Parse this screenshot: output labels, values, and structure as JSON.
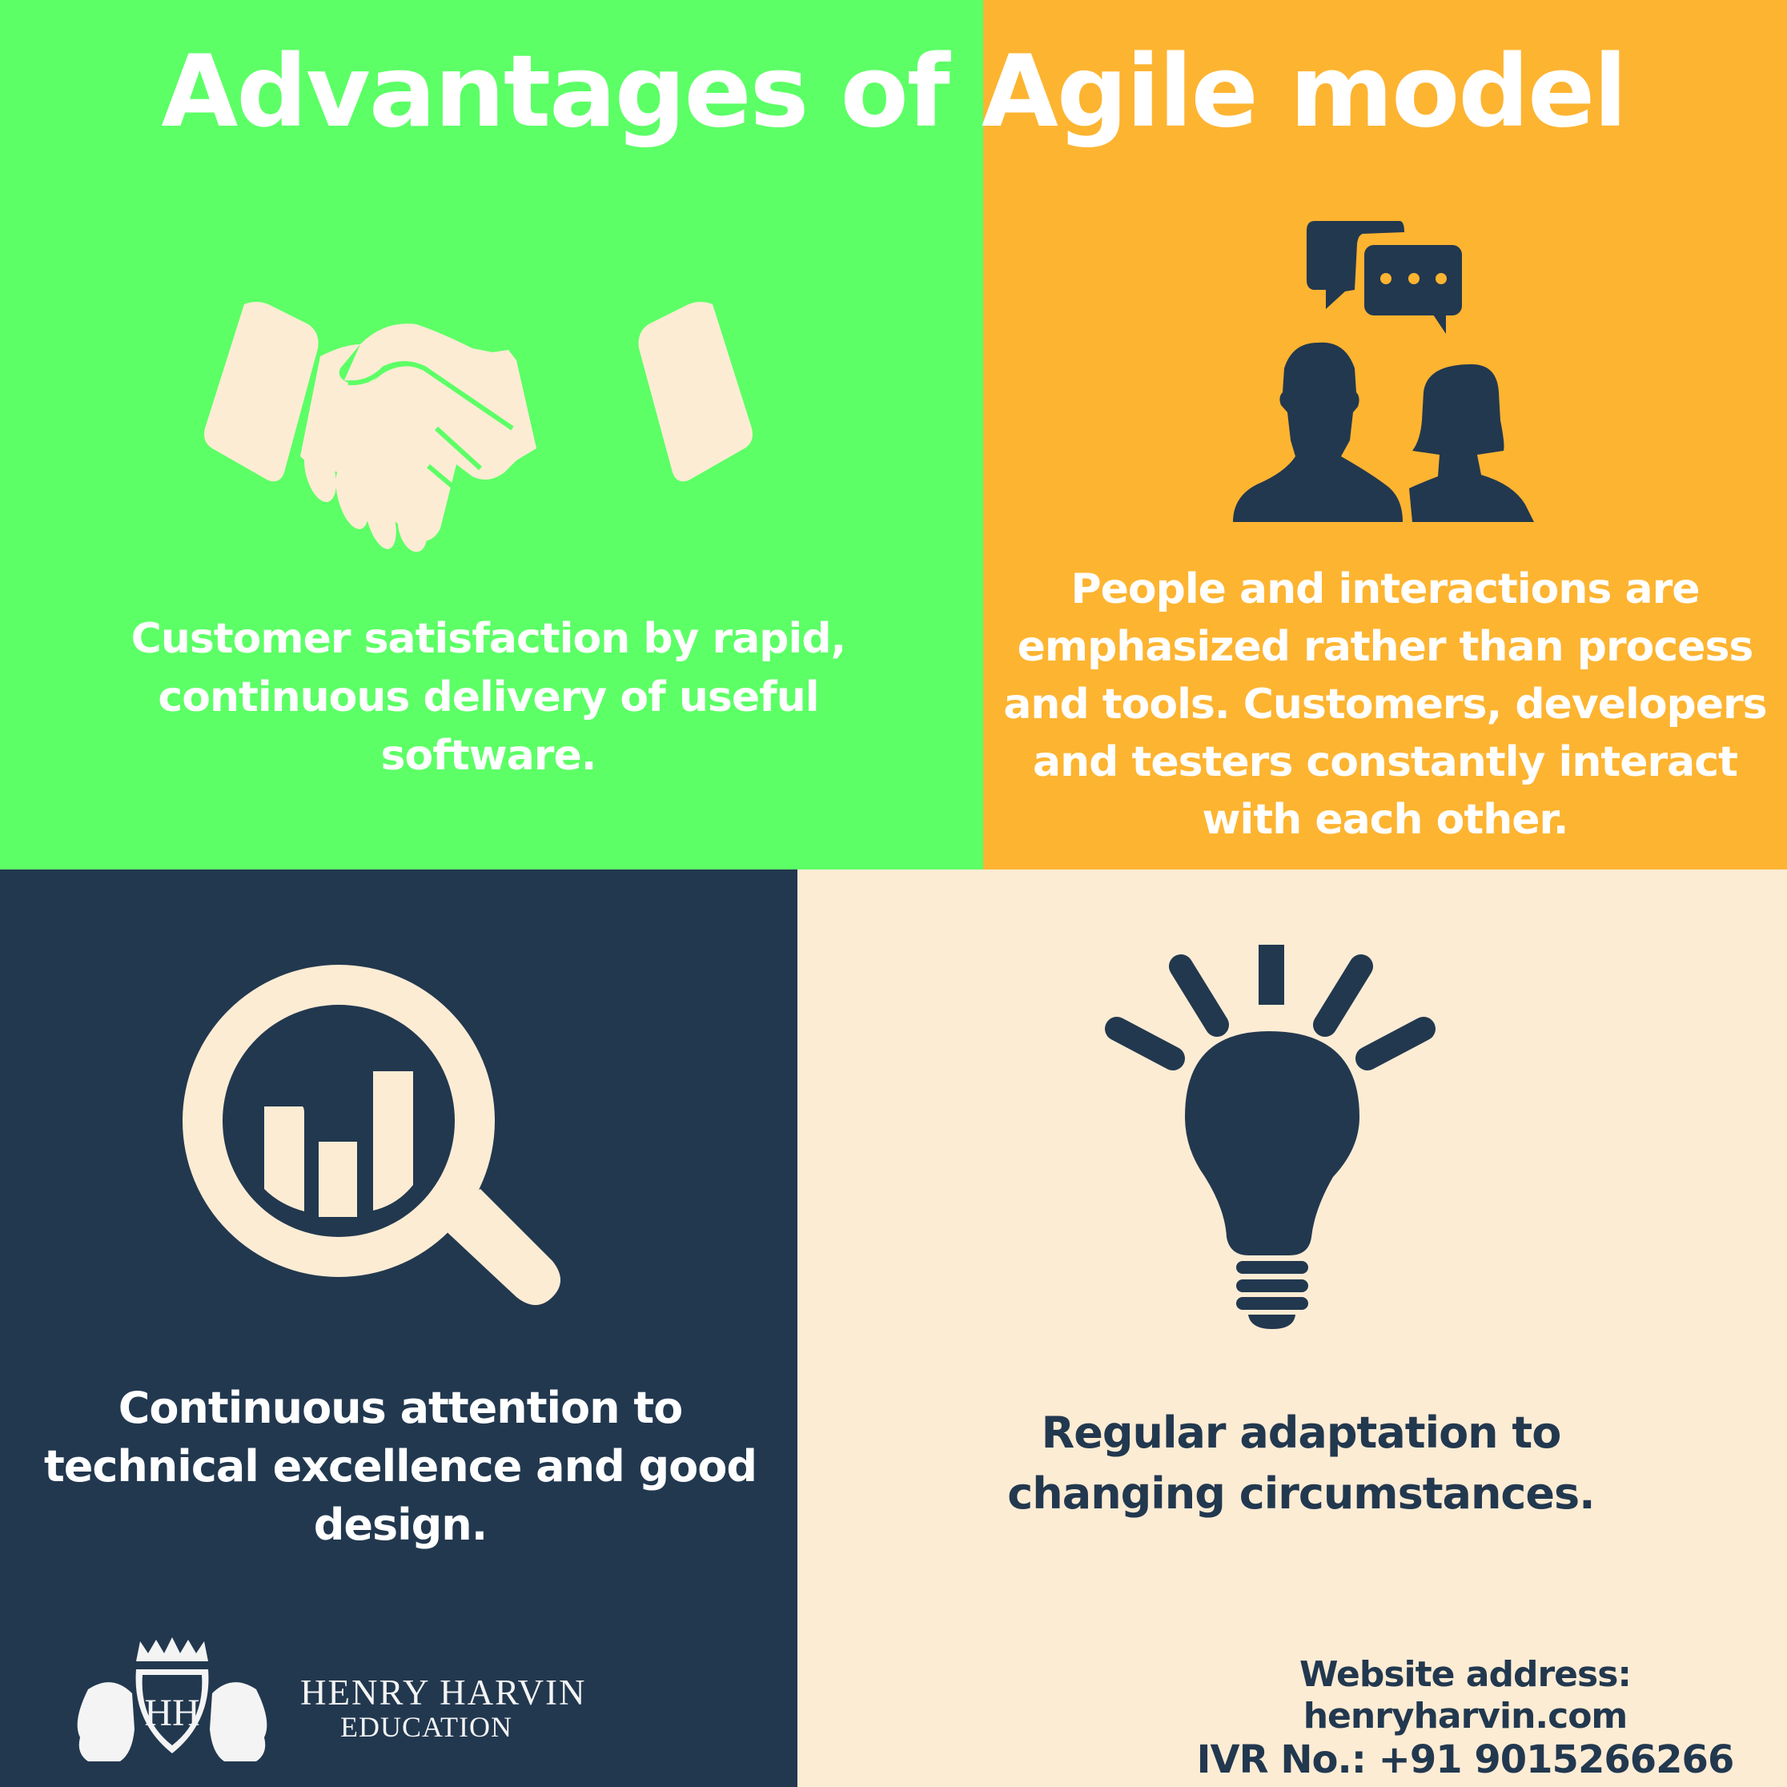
{
  "title": "Advantages of Agile model",
  "colors": {
    "green": "#5cff66",
    "orange": "#fdb431",
    "navy": "#22384f",
    "cream": "#fdecd4",
    "white": "#ffffff"
  },
  "quadrants": [
    {
      "icon": "handshake-icon",
      "text": "Customer satisfaction by rapid, continuous delivery of useful software."
    },
    {
      "icon": "people-chat-icon",
      "text": "People and interactions are emphasized rather than process and tools. Customers, developers and testers constantly interact with each other."
    },
    {
      "icon": "magnifier-chart-icon",
      "text": "Continuous attention to technical excellence and good design."
    },
    {
      "icon": "lightbulb-icon",
      "text": "Regular adaptation to changing circumstances."
    }
  ],
  "brand": {
    "name": "HENRY HARVIN",
    "subtitle": "EDUCATION",
    "monogram": "HH"
  },
  "contact": {
    "website": "Website address: henryharvin.com",
    "ivr": "IVR No.: +91 9015266266"
  }
}
